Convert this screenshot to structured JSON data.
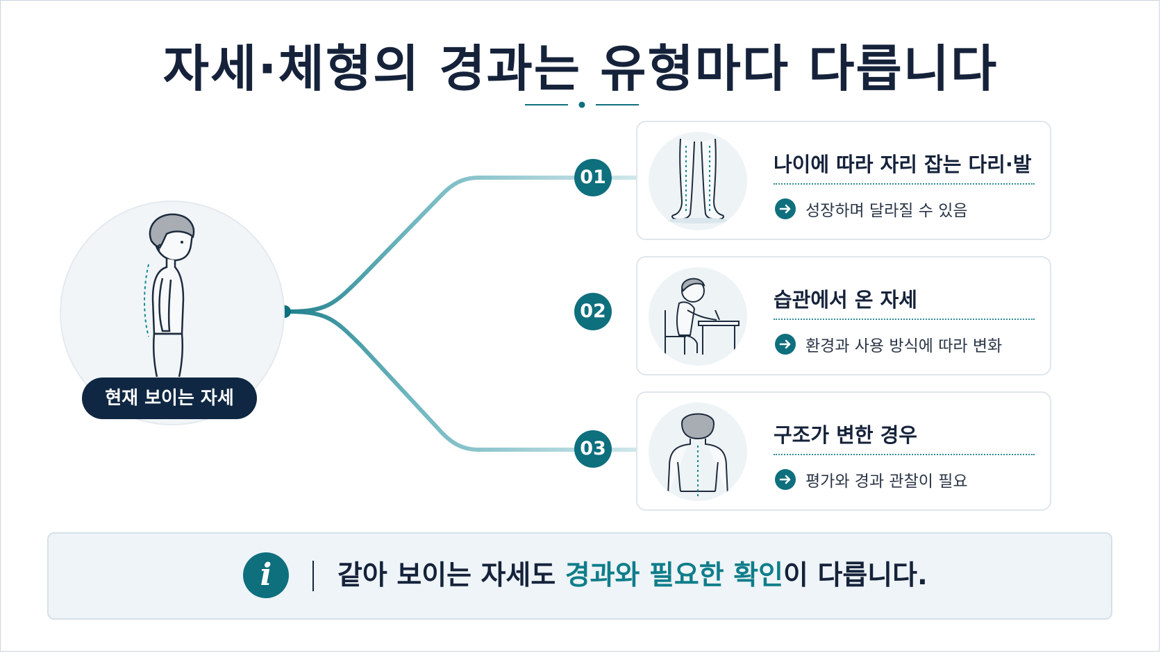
{
  "title": "자세·체형의 경과는 유형마다 다릅니다",
  "subject": {
    "label": "현재 보이는 자세",
    "illustration_icon": "standing-child-side-view-icon"
  },
  "branches": [
    {
      "number": "01",
      "title": "나이에 따라 자리 잡는 다리·발",
      "description": "성장하며 달라질 수 있음",
      "illustration_icon": "legs-and-feet-icon"
    },
    {
      "number": "02",
      "title": "습관에서 온 자세",
      "description": "환경과 사용 방식에 따라 변화",
      "illustration_icon": "child-writing-at-desk-icon"
    },
    {
      "number": "03",
      "title": "구조가 변한 경우",
      "description": "평가와 경과 관찰이 필요",
      "illustration_icon": "back-view-spine-icon"
    }
  ],
  "note": {
    "icon": "info-icon",
    "text_before": "같아 보이는 자세도 ",
    "text_highlight": "경과와 필요한 확인",
    "text_after": "이 다릅니다."
  },
  "colors": {
    "accent": "#0e6f7d",
    "navy": "#0f2742",
    "highlight": "#0f7d8a",
    "connector": "#8fc8cf",
    "card_border": "#dfe6ec",
    "note_background": "#eef4f7"
  }
}
